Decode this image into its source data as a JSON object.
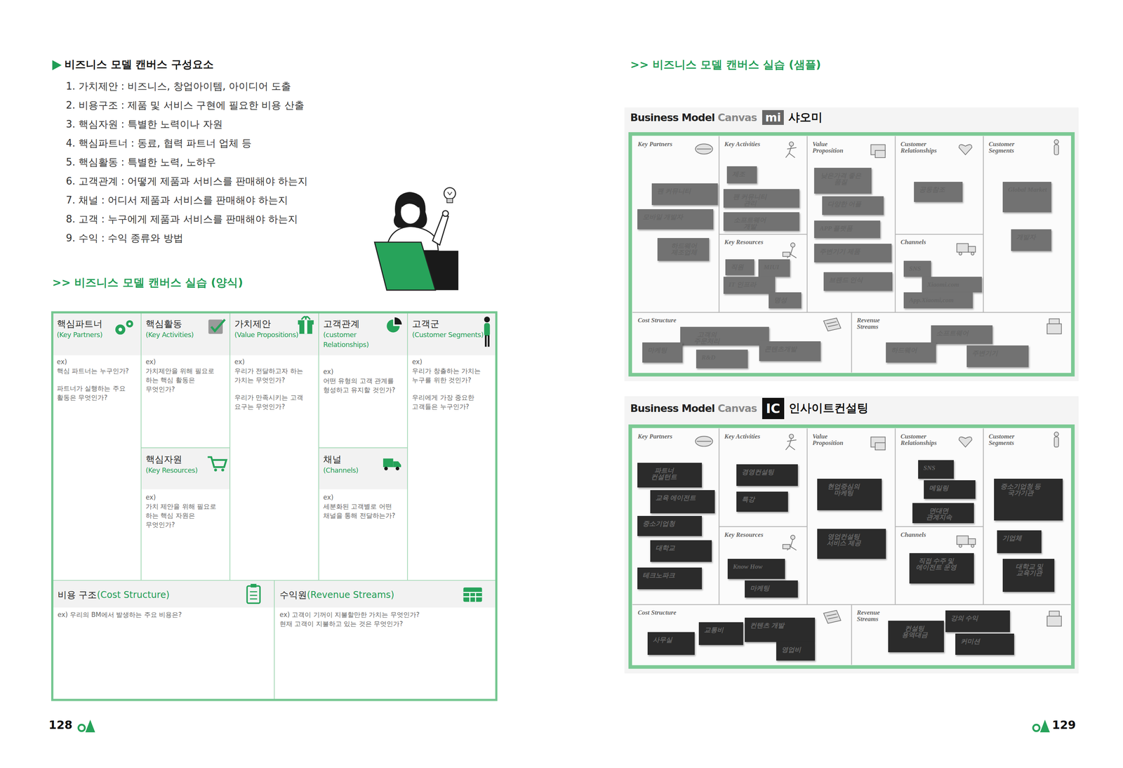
{
  "diagram": {
    "title": "비즈니스 모델 캔버스 구성요소",
    "nodes": [
      {
        "text": [
          "핵심파트너",
          "(Key Partners)",
          "ex)",
          "핵심 파트너는 누구인가?",
          "파트너가 실행하는 주요 활동은 무엇인가?"
        ]
      },
      {
        "text": [
          "핵심활동",
          "(Key Activities)",
          "ex)",
          "가치제안을 위해 필요로 하는 핵심 활동은 무엇인가?"
        ]
      },
      {
        "text": [
          "가치제안",
          "(Value Propositions)",
          "ex)",
          "우리가 전달하고자 하는 가치는 무엇인가?",
          "우리가 만족시키는 고객 요구는 무엇인가?"
        ]
      },
      {
        "text": [
          "고객관계",
          "(customer Relationships)",
          "ex)",
          "어떤 유형의 고객 관계를 형성하고 유지할 것인가?"
        ]
      },
      {
        "text": [
          "고객군",
          "(Customer Segments)",
          "ex)",
          "우리가 창출하는 가치는 누구를 위한 것인가?",
          "우리에게 가장 중요한 고객들은 누구인가?"
        ]
      },
      {
        "text": [
          "핵심자원",
          "(Key Resources)",
          "ex)",
          "가치 제안을 위해 필요로 하는 핵심 자원은 무엇인가?"
        ]
      },
      {
        "text": [
          "채널",
          "(Channels)",
          "ex)",
          "세분화된 고객별로 어떤 채널을 통해 전달하는가?"
        ]
      },
      {
        "text": [
          "비용 구조",
          "(Cost Structure)",
          "ex) 우리의 BM에서 발생하는 주요 비용은?"
        ]
      },
      {
        "text": [
          "수익원",
          "(Revenue Streams)",
          "ex) 고객이 기꺼이 지불할만한 가치는 무엇인가?",
          "현재 고객이 지불하고 있는 것은 무엇인가?"
        ]
      },
      {
        "text": [
          "Key Partners"
        ]
      },
      {
        "text": [
          "팬 커뮤니티"
        ],
        "in": 9
      },
      {
        "text": [
          "모바일 개발자"
        ],
        "in": 9
      },
      {
        "text": [
          "하드웨어 제조업체"
        ],
        "in": 9
      },
      {
        "text": [
          "Key Activities"
        ]
      },
      {
        "text": [
          "제조"
        ],
        "in": 13
      },
      {
        "text": [
          "팬 커뮤니티 관리"
        ],
        "in": 13
      },
      {
        "text": [
          "소프트웨어 개발"
        ],
        "in": 13
      },
      {
        "text": [
          "Value Proposition"
        ]
      },
      {
        "text": [
          "낮은가격 좋은 품질"
        ],
        "in": 17
      },
      {
        "text": [
          "다양한 어플"
        ],
        "in": 17
      },
      {
        "text": [
          "APP 플랫폼"
        ],
        "in": 17
      },
      {
        "text": [
          "주변기기 제품"
        ],
        "in": 17
      },
      {
        "text": [
          "브랜드 인식"
        ],
        "in": 17
      },
      {
        "text": [
          "Customer Relationships"
        ]
      },
      {
        "text": [
          "공동참조"
        ],
        "in": 23
      },
      {
        "text": [
          "Customer Segments"
        ]
      },
      {
        "text": [
          "Global Market"
        ],
        "in": 25
      },
      {
        "text": [
          "개발자"
        ],
        "in": 25
      },
      {
        "text": [
          "Key Resources"
        ]
      },
      {
        "text": [
          "직원"
        ],
        "in": 28
      },
      {
        "text": [
          "MIUI"
        ],
        "in": 28
      },
      {
        "text": [
          "IT 인프라"
        ],
        "in": 28
      },
      {
        "text": [
          "명성"
        ],
        "in": 28
      },
      {
        "text": [
          "Channels"
        ]
      },
      {
        "text": [
          "SNS"
        ],
        "in": 33
      },
      {
        "text": [
          "Xiaomi.com"
        ],
        "in": 33
      },
      {
        "text": [
          "App.Xiaomi,com"
        ],
        "in": 33
      },
      {
        "text": [
          "Cost Structure"
        ]
      },
      {
        "text": [
          "고객의 주문처리"
        ],
        "in": 37
      },
      {
        "text": [
          "마케팅"
        ],
        "in": 37
      },
      {
        "text": [
          "R&D"
        ],
        "in": 37
      },
      {
        "text": [
          "콘텐츠개발"
        ],
        "in": 37
      },
      {
        "text": [
          "Revenue Streams"
        ]
      },
      {
        "text": [
          "소프트웨어"
        ],
        "in": 42
      },
      {
        "text": [
          "하드웨어"
        ],
        "in": 42
      },
      {
        "text": [
          "주변기기"
        ],
        "in": 42
      },
      {
        "text": [
          "Key Partners"
        ]
      },
      {
        "text": [
          "파트너 컨설턴트"
        ],
        "in": 46
      },
      {
        "text": [
          "교육 에이전트"
        ],
        "in": 46
      },
      {
        "text": [
          "중소기업청"
        ],
        "in": 46
      },
      {
        "text": [
          "대학교"
        ],
        "in": 46
      },
      {
        "text": [
          "테크노파크"
        ],
        "in": 46
      },
      {
        "text": [
          "Key Activities"
        ]
      },
      {
        "text": [
          "경영컨설팅"
        ],
        "in": 52
      },
      {
        "text": [
          "특강"
        ],
        "in": 52
      },
      {
        "text": [
          "Value Proposition"
        ]
      },
      {
        "text": [
          "현업중심의 마케팅"
        ],
        "in": 55
      },
      {
        "text": [
          "영업컨설팅 서비스 제공"
        ],
        "in": 55
      },
      {
        "text": [
          "Customer Relationships"
        ]
      },
      {
        "text": [
          "SNS"
        ],
        "in": 58
      },
      {
        "text": [
          "메일링"
        ],
        "in": 58
      },
      {
        "text": [
          "면대면 관계지속"
        ],
        "in": 58
      },
      {
        "text": [
          "Customer Segments"
        ]
      },
      {
        "text": [
          "중소기업청 등 국가기관"
        ],
        "in": 62
      },
      {
        "text": [
          "기업체"
        ],
        "in": 62
      },
      {
        "text": [
          "대학교 및 교육기관"
        ],
        "in": 62
      },
      {
        "text": [
          "Key Resources"
        ]
      },
      {
        "text": [
          "Know How"
        ],
        "in": 66
      },
      {
        "text": [
          "마케팅"
        ],
        "in": 66
      },
      {
        "text": [
          "Channels"
        ]
      },
      {
        "text": [
          "직접 수주 및 에이전트 운영"
        ],
        "in": 69
      },
      {
        "text": [
          "Cost Structure"
        ]
      },
      {
        "text": [
          "사무실"
        ],
        "in": 71
      },
      {
        "text": [
          "교통비"
        ],
        "in": 71
      },
      {
        "text": [
          "컨텐츠 개발"
        ],
        "in": 71
      },
      {
        "text": [
          "영업비"
        ],
        "in": 71
      },
      {
        "text": [
          "Revenue Streams"
        ]
      },
      {
        "text": [
          "컨설팅 용역대금"
        ],
        "in": 76
      },
      {
        "text": [
          "강의 수익"
        ],
        "in": 76
      },
      {
        "text": [
          "커미션"
        ],
        "in": 76
      }
    ],
    "labels": [
      "1. 가치제안 : 비즈니스, 창업아이템, 아이디어 도출",
      "2. 비용구조 : 제품 및 서비스 구현에 필요한 비용 산출",
      "3. 핵심자원 : 특별한 노력이나 자원",
      "4. 핵심파트너 : 동료, 협력 파트너 업체 등",
      "5. 핵심활동 : 특별한 노력, 노하우",
      "6. 고객관계 : 어떻게 제품과 서비스를 판매해야 하는지",
      "7. 채널 : 어디서 제품과 서비스를 판매해야 하는지",
      "8. 고객 : 누구에게 제품과 서비스를 판매해야 하는지",
      "9. 수익 : 수익 종류와 방법",
      ">> 비즈니스 모델 캔버스 실습 (양식)",
      ">> 비즈니스 모델 캔버스 실습 (샘플)",
      "Business Model",
      "Canvas",
      "mi",
      "샤오미",
      "Business Model",
      "Canvas",
      "IC",
      "인사이트컨설팅",
      "128",
      "129"
    ]
  }
}
